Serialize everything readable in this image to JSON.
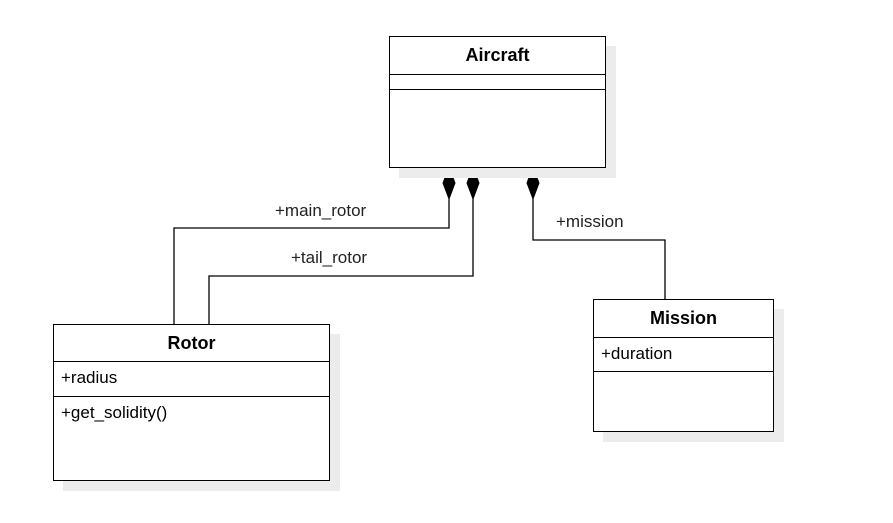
{
  "classes": {
    "aircraft": {
      "name": "Aircraft",
      "attributes": [],
      "methods": []
    },
    "rotor": {
      "name": "Rotor",
      "attributes": [
        "+radius"
      ],
      "methods": [
        "+get_solidity()"
      ]
    },
    "mission": {
      "name": "Mission",
      "attributes": [
        "+duration"
      ],
      "methods": []
    }
  },
  "associations": {
    "main_rotor": {
      "label": "+main_rotor",
      "type": "composition",
      "whole": "Aircraft",
      "part": "Rotor"
    },
    "tail_rotor": {
      "label": "+tail_rotor",
      "type": "composition",
      "whole": "Aircraft",
      "part": "Rotor"
    },
    "mission": {
      "label": "+mission",
      "type": "composition",
      "whole": "Aircraft",
      "part": "Mission"
    }
  },
  "colors": {
    "line": "#000000",
    "shadow": "#ececec",
    "background": "#ffffff"
  }
}
